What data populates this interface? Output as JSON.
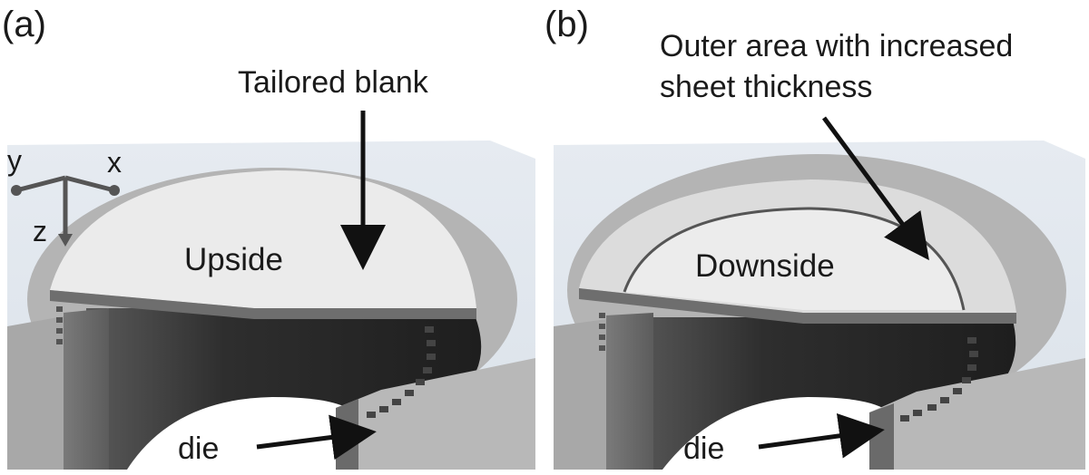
{
  "panels": [
    {
      "id": "a",
      "letter": "(a)",
      "callout": [
        "Tailored blank"
      ],
      "surface_label": "Upside",
      "die_label": "die",
      "axes": {
        "x": "x",
        "y": "y",
        "z": "z"
      }
    },
    {
      "id": "b",
      "letter": "(b)",
      "callout": [
        "Outer area with increased",
        "sheet thickness"
      ],
      "surface_label": "Downside",
      "die_label": "die"
    }
  ],
  "colors": {
    "background_plate": "#dfe5ec",
    "blank_top": "#e9e9e9",
    "die_ring": "#b2b2b2",
    "die_shadow": "#333333",
    "arrow": "#111111"
  }
}
